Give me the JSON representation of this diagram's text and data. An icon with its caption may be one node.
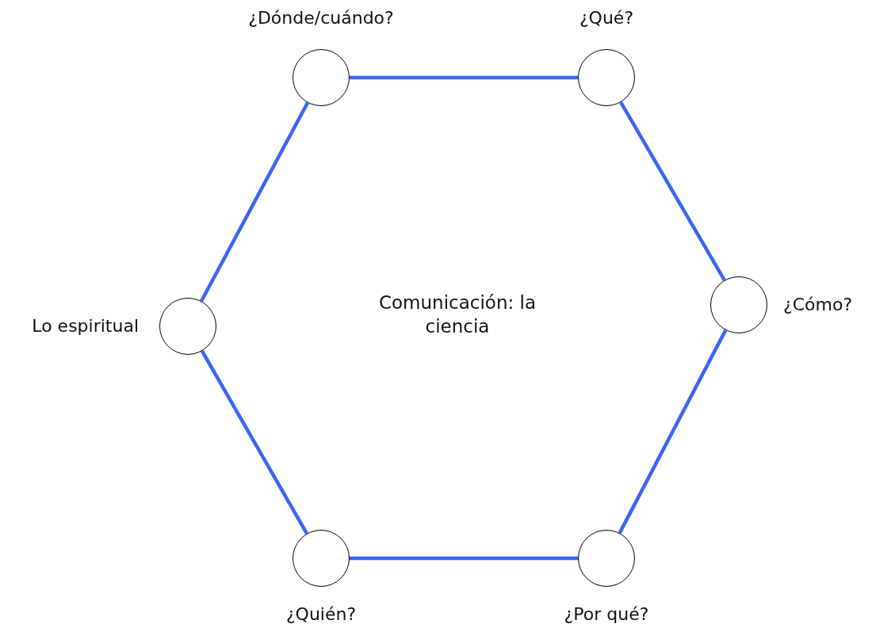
{
  "diagram": {
    "nodes": [
      {
        "text": [
          "¿Dónde/cuándo?"
        ]
      },
      {
        "text": [
          "¿Qué?"
        ]
      },
      {
        "text": [
          "Lo espiritual"
        ]
      },
      {
        "text": [
          "¿Cómo?"
        ]
      },
      {
        "text": [
          "¿Quién?"
        ]
      },
      {
        "text": [
          "¿Por qué?"
        ]
      }
    ],
    "edges": [
      {
        "from": 0,
        "to": 1,
        "arrow": "none"
      },
      {
        "from": 1,
        "to": 3,
        "arrow": "none"
      },
      {
        "from": 3,
        "to": 5,
        "arrow": "none"
      },
      {
        "from": 5,
        "to": 4,
        "arrow": "none"
      },
      {
        "from": 4,
        "to": 2,
        "arrow": "none"
      },
      {
        "from": 2,
        "to": 0,
        "arrow": "none"
      }
    ],
    "labels": [
      "Comunicación: la ciencia"
    ]
  }
}
